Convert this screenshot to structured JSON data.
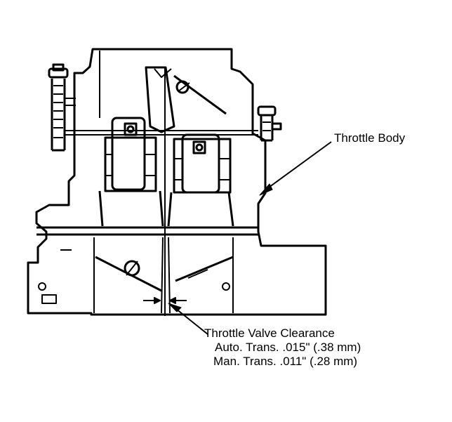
{
  "labels": {
    "throttle_body": "Throttle Body",
    "clearance_title": "Throttle Valve Clearance",
    "auto_trans": "Auto. Trans. .015\" (.38 mm)",
    "man_trans": "Man. Trans. .011\" (.28 mm)"
  },
  "colors": {
    "ink": "#000000",
    "paper": "#ffffff"
  }
}
